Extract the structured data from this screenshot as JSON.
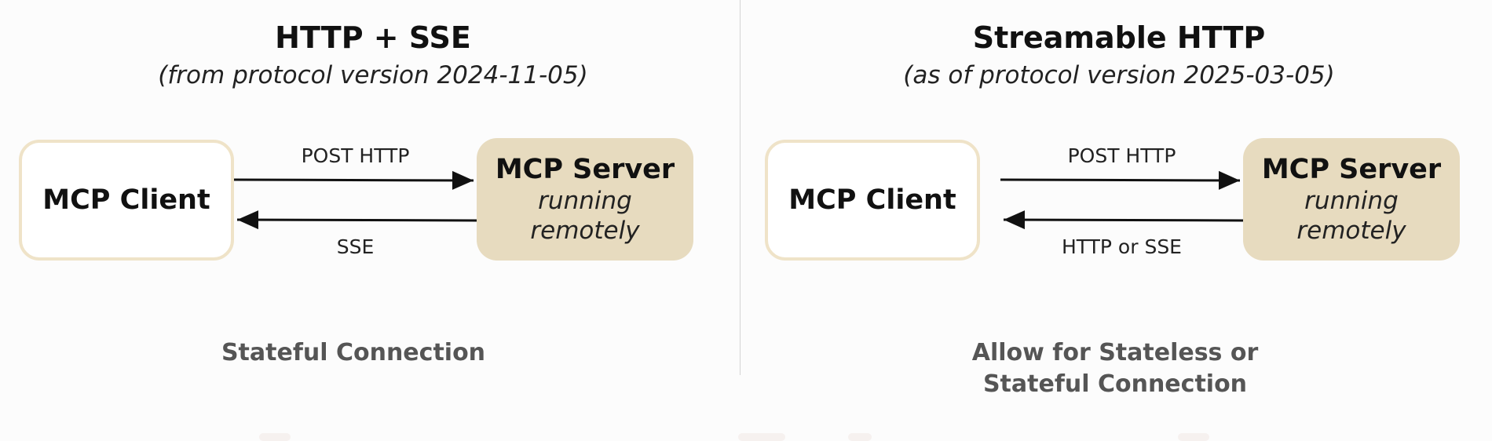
{
  "panels": {
    "left": {
      "title": "HTTP + SSE",
      "subtitle": "(from protocol version 2024-11-05)",
      "client_label": "MCP Client",
      "server_title": "MCP Server",
      "server_subtitle_line1": "running",
      "server_subtitle_line2": "remotely",
      "request_label": "POST HTTP",
      "response_label": "SSE",
      "caption_line1": "Stateful Connection",
      "caption_line2": ""
    },
    "right": {
      "title": "Streamable HTTP",
      "subtitle": "(as of protocol version 2025-03-05)",
      "client_label": "MCP Client",
      "server_title": "MCP Server",
      "server_subtitle_line1": "running",
      "server_subtitle_line2": "remotely",
      "request_label": "POST HTTP",
      "response_label": "HTTP or SSE",
      "caption_line1": "Allow for Stateless or",
      "caption_line2": "Stateful Connection"
    }
  },
  "colors": {
    "server_fill": "#e7dbbf",
    "client_border": "#efe3c8",
    "arrow": "#111111",
    "caption_text": "#555555",
    "divider": "#d4d4d4"
  }
}
